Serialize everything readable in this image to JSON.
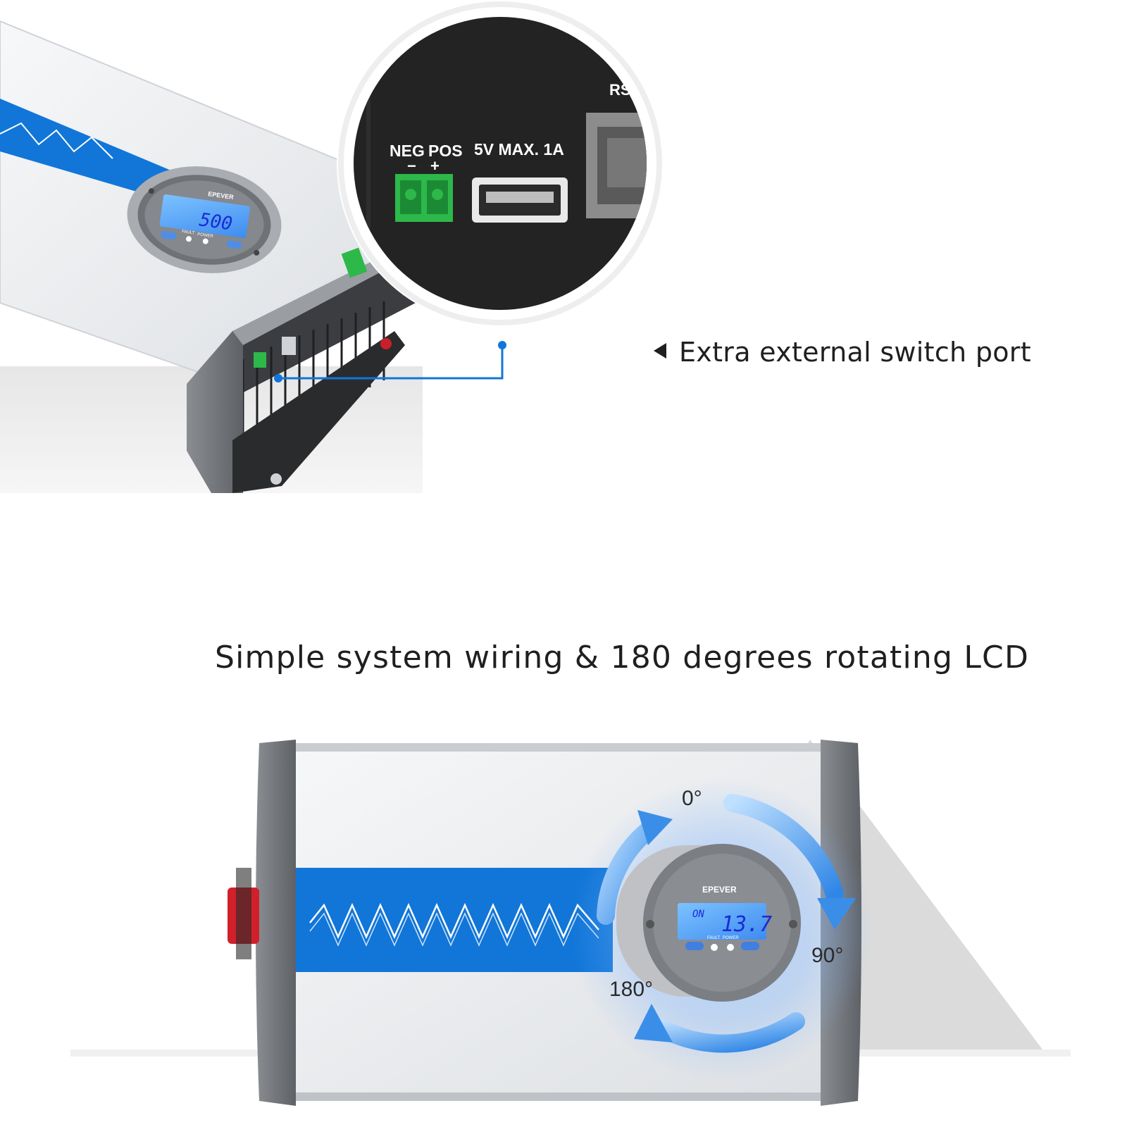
{
  "top_panel": {
    "caption": "Extra external switch port",
    "callout": {
      "neg_label": "NEG",
      "pos_label": "POS",
      "minus_sign": "−",
      "plus_sign": "+",
      "usb_label": "5V MAX. 1A",
      "rs_label": "RS-"
    },
    "display": {
      "brand": "EPEVER",
      "reading": "500",
      "fault_label": "FAULT",
      "power_label": "POWER"
    }
  },
  "bottom_panel": {
    "caption": "Simple system wiring & 180 degrees rotating LCD",
    "display": {
      "brand": "EPEVER",
      "status": "ON",
      "reading": "13.7",
      "fault_label": "FAULT",
      "power_label": "POWER"
    },
    "angles": [
      "0°",
      "90°",
      "180°"
    ]
  },
  "colors": {
    "accent_blue": "#1176d8",
    "lcd_blue": "#5aa8ff",
    "terminal_green": "#2db84a",
    "casing_grey": "#7a7d82",
    "body_white": "#eef0f2"
  }
}
